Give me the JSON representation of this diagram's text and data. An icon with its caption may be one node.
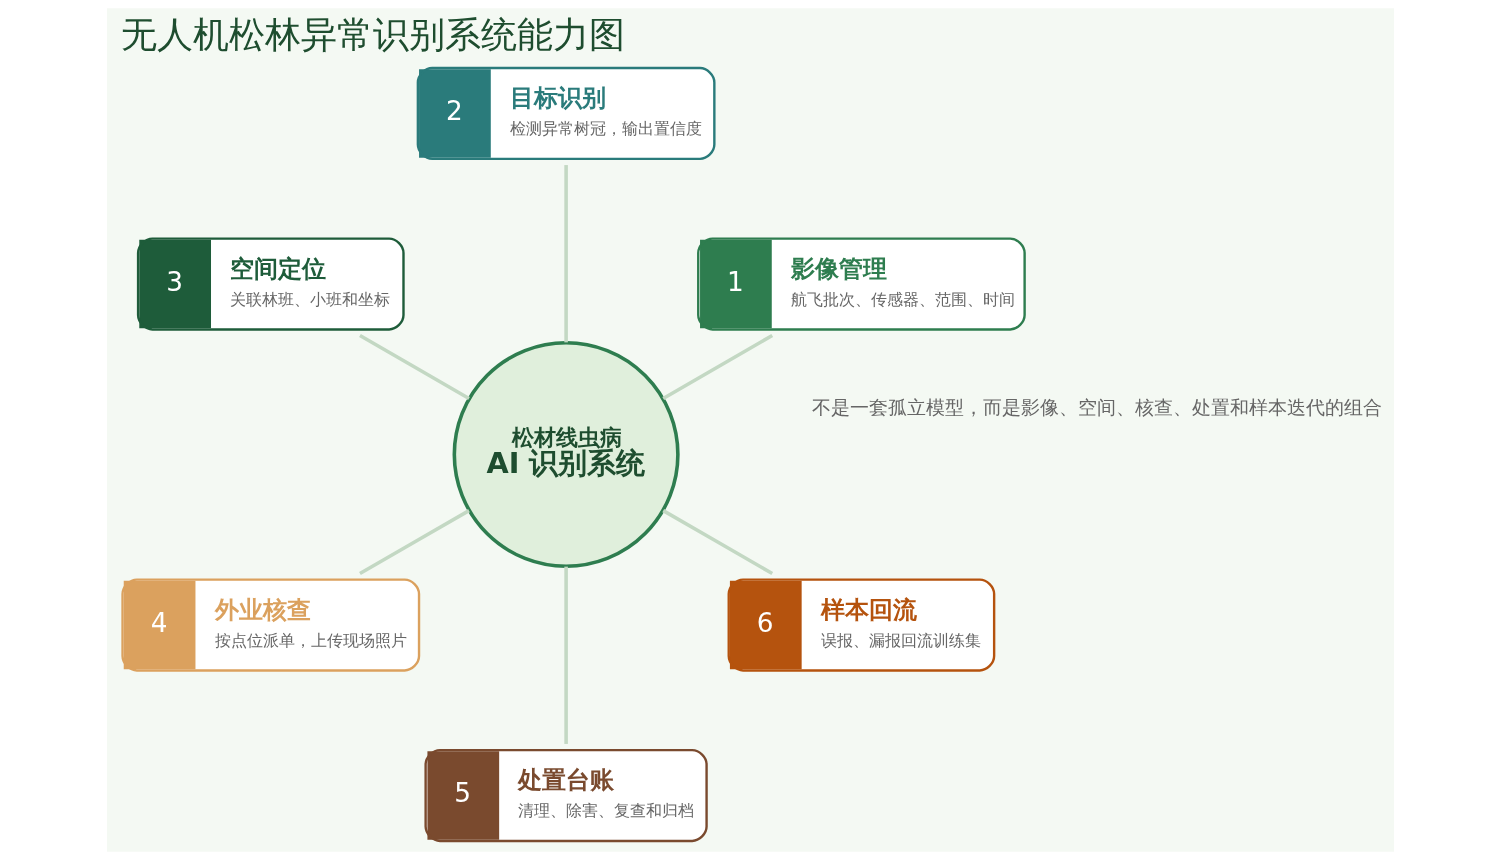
{
  "diagram": {
    "title": "无人机松林异常识别系统能力图",
    "nodes": [
      {
        "text": [
          "松材线虫病",
          "AI 识别系统"
        ]
      },
      {
        "text": [
          "1",
          "影像管理",
          "航飞批次、传感器、范围、时间"
        ]
      },
      {
        "text": [
          "2",
          "目标识别",
          "检测异常树冠，输出置信度"
        ]
      },
      {
        "text": [
          "3",
          "空间定位",
          "关联林班、小班和坐标"
        ]
      },
      {
        "text": [
          "4",
          "外业核查",
          "按点位派单，上传现场照片"
        ]
      },
      {
        "text": [
          "5",
          "处置台账",
          "清理、除害、复查和归档"
        ]
      },
      {
        "text": [
          "6",
          "样本回流",
          "误报、漏报回流训练集"
        ]
      }
    ],
    "edges": [
      {
        "from": 0,
        "to": 1,
        "arrow": "none"
      },
      {
        "from": 0,
        "to": 2,
        "arrow": "none"
      },
      {
        "from": 0,
        "to": 3,
        "arrow": "none"
      },
      {
        "from": 0,
        "to": 4,
        "arrow": "none"
      },
      {
        "from": 0,
        "to": 5,
        "arrow": "none"
      },
      {
        "from": 0,
        "to": 6,
        "arrow": "none"
      }
    ],
    "labels": [
      "不是一套孤立模型，而是影像、空间、核查、处置和样本迭代的组合"
    ]
  }
}
